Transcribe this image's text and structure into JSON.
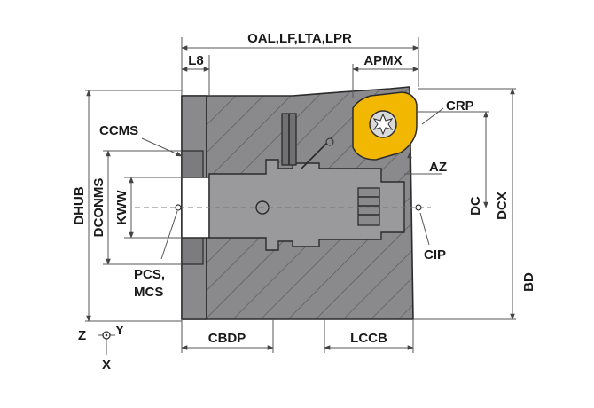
{
  "colors": {
    "body": "#8a8a8c",
    "body_dark": "#6e6e70",
    "hatch": "#5a5a5c",
    "insert": "#f2b700",
    "screw": "#d9d9d9",
    "line": "#2b2b2b",
    "dim": "#555555"
  },
  "labels": {
    "oal": "OAL,LF,LTA,LPR",
    "l8": "L8",
    "apmx": "APMX",
    "crp": "CRP",
    "ccms": "CCMS",
    "az": "AZ",
    "dhub": "DHUB",
    "dconms": "DCONMS",
    "kww": "KWW",
    "dc": "DC",
    "dcx": "DCX",
    "cip": "CIP",
    "bd": "BD",
    "pcs_mcs_line1": "PCS,",
    "pcs_mcs_line2": "MCS",
    "cbdp": "CBDP",
    "lccb": "LCCB",
    "axis_z": "Z",
    "axis_y": "Y",
    "axis_x": "X"
  },
  "icons": {
    "insert": "indexable-insert-icon",
    "screw": "torx-screw-icon",
    "coordinate": "coordinate-system-icon"
  }
}
